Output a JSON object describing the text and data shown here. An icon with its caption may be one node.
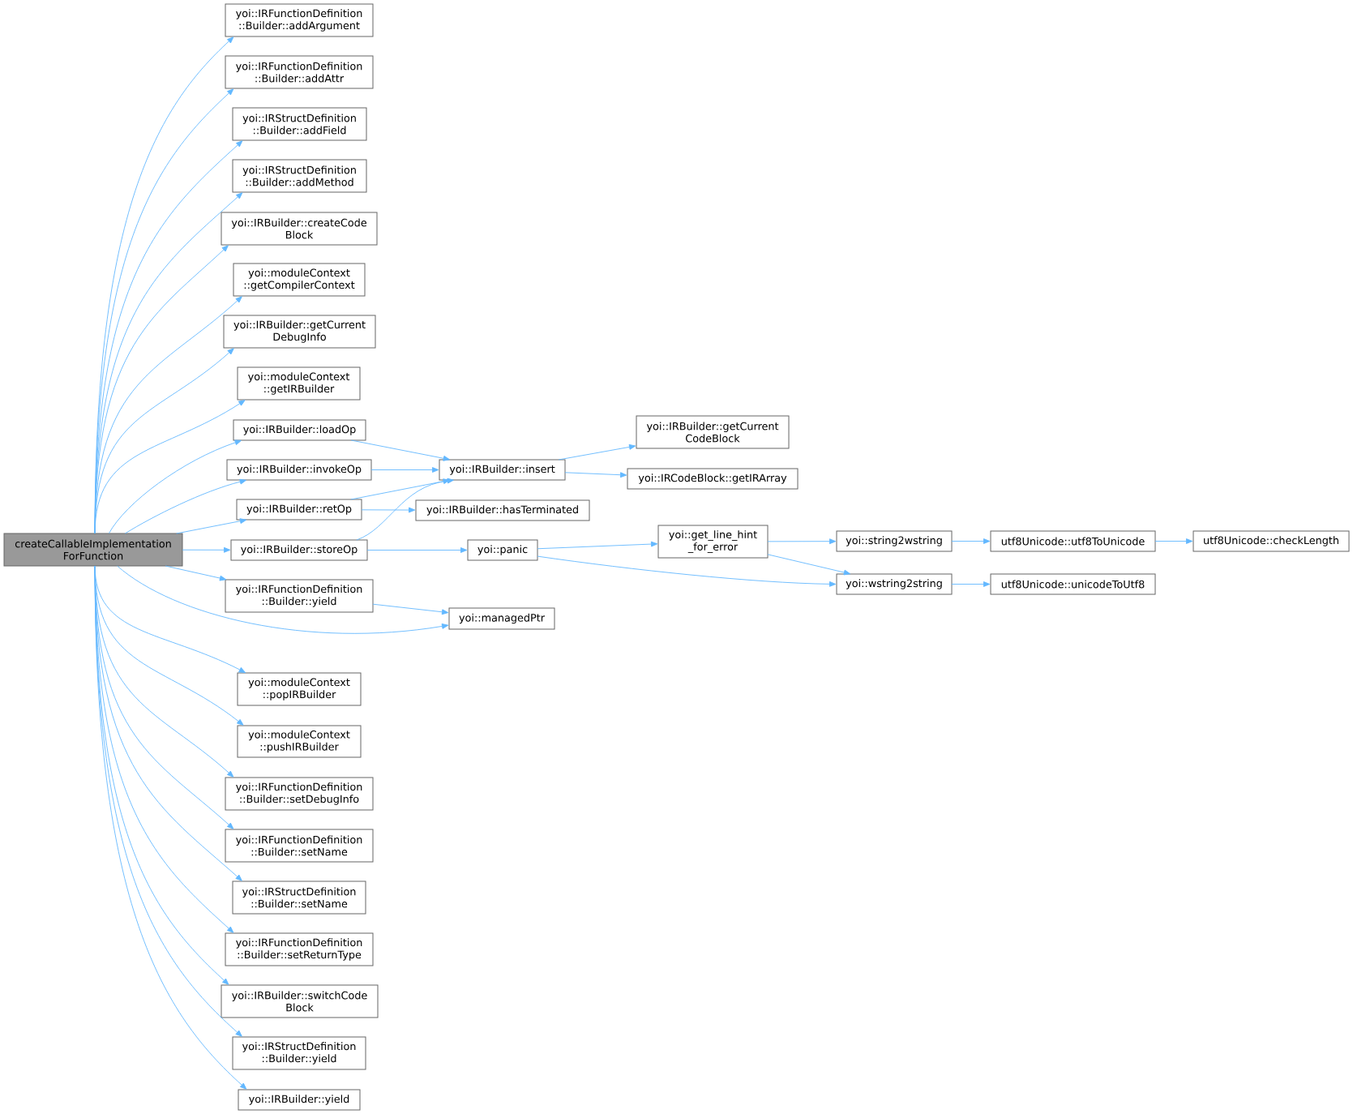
{
  "diagram": {
    "nodes": [
      {
        "text": [
          "createCallableImplementation ForFunction"
        ]
      },
      {
        "text": [
          "yoi::IRFunctionDefinition ::Builder::addArgument"
        ]
      },
      {
        "text": [
          "yoi::IRFunctionDefinition ::Builder::addAttr"
        ]
      },
      {
        "text": [
          "yoi::IRStructDefinition ::Builder::addField"
        ]
      },
      {
        "text": [
          "yoi::IRStructDefinition ::Builder::addMethod"
        ]
      },
      {
        "text": [
          "yoi::IRBuilder::createCode Block"
        ]
      },
      {
        "text": [
          "yoi::moduleContext ::getCompilerContext"
        ]
      },
      {
        "text": [
          "yoi::IRBuilder::getCurrent DebugInfo"
        ]
      },
      {
        "text": [
          "yoi::moduleContext ::getIRBuilder"
        ]
      },
      {
        "text": [
          "yoi::IRBuilder::loadOp"
        ]
      },
      {
        "text": [
          "yoi::IRBuilder::invokeOp"
        ]
      },
      {
        "text": [
          "yoi::IRBuilder::retOp"
        ]
      },
      {
        "text": [
          "yoi::IRBuilder::storeOp"
        ]
      },
      {
        "text": [
          "yoi::IRFunctionDefinition ::Builder::yield"
        ]
      },
      {
        "text": [
          "yoi::moduleContext ::popIRBuilder"
        ]
      },
      {
        "text": [
          "yoi::moduleContext ::pushIRBuilder"
        ]
      },
      {
        "text": [
          "yoi::IRFunctionDefinition ::Builder::setDebugInfo"
        ]
      },
      {
        "text": [
          "yoi::IRFunctionDefinition ::Builder::setName"
        ]
      },
      {
        "text": [
          "yoi::IRStructDefinition ::Builder::setName"
        ]
      },
      {
        "text": [
          "yoi::IRFunctionDefinition ::Builder::setReturnType"
        ]
      },
      {
        "text": [
          "yoi::IRBuilder::switchCode Block"
        ]
      },
      {
        "text": [
          "yoi::IRStructDefinition ::Builder::yield"
        ]
      },
      {
        "text": [
          "yoi::IRBuilder::yield"
        ]
      },
      {
        "text": [
          "yoi::IRBuilder::insert"
        ]
      },
      {
        "text": [
          "yoi::IRBuilder::hasTerminated"
        ]
      },
      {
        "text": [
          "yoi::panic"
        ]
      },
      {
        "text": [
          "yoi::managedPtr"
        ]
      },
      {
        "text": [
          "yoi::IRBuilder::getCurrent CodeBlock"
        ]
      },
      {
        "text": [
          "yoi::IRCodeBlock::getIRArray"
        ]
      },
      {
        "text": [
          "yoi::get_line_hint _for_error"
        ]
      },
      {
        "text": [
          "yoi::string2wstring"
        ]
      },
      {
        "text": [
          "yoi::wstring2string"
        ]
      },
      {
        "text": [
          "utf8Unicode::utf8ToUnicode"
        ]
      },
      {
        "text": [
          "utf8Unicode::unicodeToUtf8"
        ]
      },
      {
        "text": [
          "utf8Unicode::checkLength"
        ]
      }
    ],
    "edges": [
      {
        "from": 0,
        "to": 1,
        "arrow": "to"
      },
      {
        "from": 0,
        "to": 2,
        "arrow": "to"
      },
      {
        "from": 0,
        "to": 3,
        "arrow": "to"
      },
      {
        "from": 0,
        "to": 4,
        "arrow": "to"
      },
      {
        "from": 0,
        "to": 5,
        "arrow": "to"
      },
      {
        "from": 0,
        "to": 6,
        "arrow": "to"
      },
      {
        "from": 0,
        "to": 7,
        "arrow": "to"
      },
      {
        "from": 0,
        "to": 8,
        "arrow": "to"
      },
      {
        "from": 0,
        "to": 9,
        "arrow": "to"
      },
      {
        "from": 0,
        "to": 10,
        "arrow": "to"
      },
      {
        "from": 0,
        "to": 11,
        "arrow": "to"
      },
      {
        "from": 0,
        "to": 12,
        "arrow": "to"
      },
      {
        "from": 0,
        "to": 13,
        "arrow": "to"
      },
      {
        "from": 0,
        "to": 14,
        "arrow": "to"
      },
      {
        "from": 0,
        "to": 15,
        "arrow": "to"
      },
      {
        "from": 0,
        "to": 16,
        "arrow": "to"
      },
      {
        "from": 0,
        "to": 17,
        "arrow": "to"
      },
      {
        "from": 0,
        "to": 18,
        "arrow": "to"
      },
      {
        "from": 0,
        "to": 19,
        "arrow": "to"
      },
      {
        "from": 0,
        "to": 20,
        "arrow": "to"
      },
      {
        "from": 0,
        "to": 21,
        "arrow": "to"
      },
      {
        "from": 0,
        "to": 22,
        "arrow": "to"
      },
      {
        "from": 0,
        "to": 26,
        "arrow": "to"
      },
      {
        "from": 9,
        "to": 23,
        "arrow": "to"
      },
      {
        "from": 10,
        "to": 23,
        "arrow": "to"
      },
      {
        "from": 11,
        "to": 23,
        "arrow": "to"
      },
      {
        "from": 11,
        "to": 24,
        "arrow": "to"
      },
      {
        "from": 12,
        "to": 23,
        "arrow": "to"
      },
      {
        "from": 12,
        "to": 25,
        "arrow": "to"
      },
      {
        "from": 13,
        "to": 26,
        "arrow": "to"
      },
      {
        "from": 23,
        "to": 27,
        "arrow": "to"
      },
      {
        "from": 23,
        "to": 28,
        "arrow": "to"
      },
      {
        "from": 25,
        "to": 29,
        "arrow": "to"
      },
      {
        "from": 25,
        "to": 31,
        "arrow": "to"
      },
      {
        "from": 29,
        "to": 30,
        "arrow": "to"
      },
      {
        "from": 29,
        "to": 31,
        "arrow": "to"
      },
      {
        "from": 30,
        "to": 32,
        "arrow": "to"
      },
      {
        "from": 32,
        "to": 34,
        "arrow": "to"
      },
      {
        "from": 31,
        "to": 33,
        "arrow": "to"
      }
    ]
  }
}
